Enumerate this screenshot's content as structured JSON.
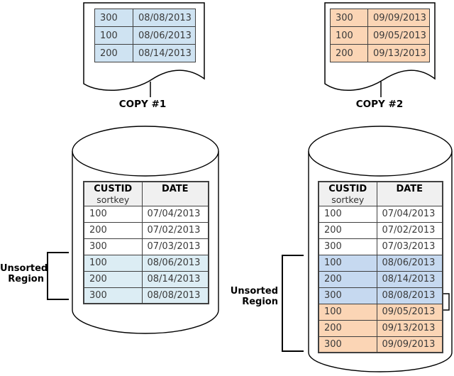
{
  "colors": {
    "copy1_doc_fill": "#cfe3f2",
    "copy2_doc_fill": "#fbd5b5",
    "left_unsorted_fill": "#dcedf4",
    "right_copy1_fill": "#c6d9f0",
    "right_copy2_fill": "#fbd5b5",
    "header_fill": "#f0f0f0",
    "table_border": "#404040",
    "outline": "#000000"
  },
  "copy1_doc": {
    "label": "COPY #1",
    "rows": [
      {
        "custid": "300",
        "date": "08/08/2013"
      },
      {
        "custid": "100",
        "date": "08/06/2013"
      },
      {
        "custid": "200",
        "date": "08/14/2013"
      }
    ]
  },
  "copy2_doc": {
    "label": "COPY #2",
    "rows": [
      {
        "custid": "300",
        "date": "09/09/2013"
      },
      {
        "custid": "100",
        "date": "09/05/2013"
      },
      {
        "custid": "200",
        "date": "09/13/2013"
      }
    ]
  },
  "left_table": {
    "header": {
      "col1_title": "CUSTID",
      "col1_subtitle": "sortkey",
      "col2_title": "DATE"
    },
    "rows": [
      {
        "custid": "100",
        "date": "07/04/2013",
        "region": "sorted"
      },
      {
        "custid": "200",
        "date": "07/02/2013",
        "region": "sorted"
      },
      {
        "custid": "300",
        "date": "07/03/2013",
        "region": "sorted"
      },
      {
        "custid": "100",
        "date": "08/06/2013",
        "region": "unsorted-copy1"
      },
      {
        "custid": "200",
        "date": "08/14/2013",
        "region": "unsorted-copy1"
      },
      {
        "custid": "300",
        "date": "08/08/2013",
        "region": "unsorted-copy1"
      }
    ]
  },
  "right_table": {
    "header": {
      "col1_title": "CUSTID",
      "col1_subtitle": "sortkey",
      "col2_title": "DATE"
    },
    "rows": [
      {
        "custid": "100",
        "date": "07/04/2013",
        "region": "sorted"
      },
      {
        "custid": "200",
        "date": "07/02/2013",
        "region": "sorted"
      },
      {
        "custid": "300",
        "date": "07/03/2013",
        "region": "sorted"
      },
      {
        "custid": "100",
        "date": "08/06/2013",
        "region": "unsorted-copy1"
      },
      {
        "custid": "200",
        "date": "08/14/2013",
        "region": "unsorted-copy1"
      },
      {
        "custid": "300",
        "date": "08/08/2013",
        "region": "unsorted-copy1"
      },
      {
        "custid": "100",
        "date": "09/05/2013",
        "region": "unsorted-copy2"
      },
      {
        "custid": "200",
        "date": "09/13/2013",
        "region": "unsorted-copy2"
      },
      {
        "custid": "300",
        "date": "09/09/2013",
        "region": "unsorted-copy2"
      }
    ]
  },
  "labels": {
    "unsorted_line1": "Unsorted",
    "unsorted_line2": "Region"
  }
}
